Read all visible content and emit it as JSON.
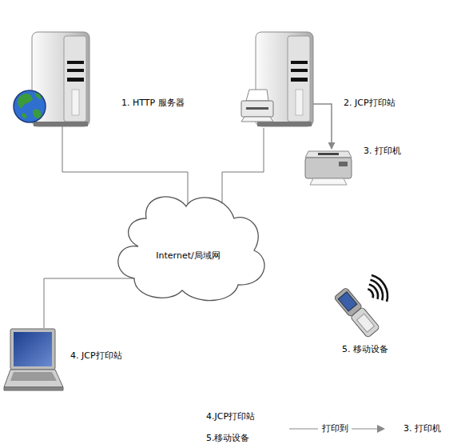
{
  "diagram": {
    "nodes": [
      {
        "text": [
          "1. HTTP 服务器"
        ]
      },
      {
        "text": [
          "2. JCP打印站"
        ]
      },
      {
        "text": [
          "3. 打印机"
        ]
      },
      {
        "text": [
          "Internet/局域网"
        ]
      },
      {
        "text": [
          "4. JCP打印站"
        ]
      },
      {
        "text": [
          "5. 移动设备"
        ]
      }
    ],
    "edges": [
      {
        "from": 0,
        "to": 3,
        "arrow": "none"
      },
      {
        "from": 1,
        "to": 3,
        "arrow": "none"
      },
      {
        "from": 4,
        "to": 3,
        "arrow": "none"
      },
      {
        "from": 1,
        "to": 2,
        "arrow": "to"
      }
    ],
    "labels": [
      "4.JCP打印站",
      "5.移动设备",
      "打印到",
      "3. 打印机"
    ]
  }
}
